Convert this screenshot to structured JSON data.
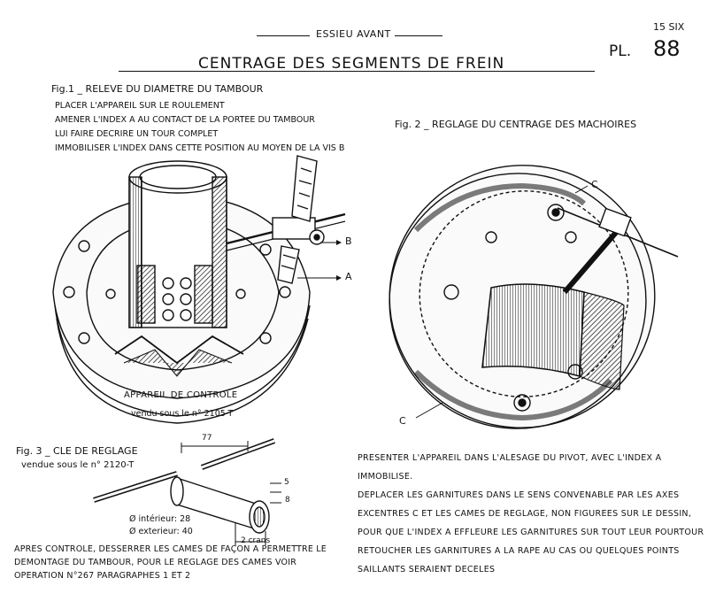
{
  "header": {
    "section": "ESSIEU AVANT",
    "code": "15 SIX",
    "plate_prefix": "PL.",
    "plate_number": "88",
    "title": "CENTRAGE DES SEGMENTS DE FREIN"
  },
  "fig1": {
    "title": "Fig.1 _ RELEVE DU DIAMETRE DU TAMBOUR",
    "instructions": [
      "PLACER L'APPAREIL SUR LE ROULEMENT",
      "AMENER L'INDEX A AU CONTACT DE LA PORTEE DU TAMBOUR",
      "LUI FAIRE DECRIRE UN TOUR COMPLET",
      "IMMOBILISER L'INDEX DANS CETTE POSITION AU MOYEN DE LA VIS B"
    ],
    "label_b": "B",
    "label_a": "A",
    "caption": "APPAREIL DE CONTROLE",
    "caption_ref": "vendu sous le n° 2105-T"
  },
  "fig2": {
    "title": "Fig. 2 _ REGLAGE DU CENTRAGE DES MACHOIRES",
    "label_c_top": "C",
    "label_c_bottom": "C"
  },
  "fig3": {
    "title": "Fig. 3 _ CLE DE REGLAGE",
    "ref": "vendue sous le n° 2120-T",
    "dim_77": "77",
    "dim_5": "5",
    "dim_8": "8",
    "inner": "Ø intérieur: 28",
    "outer": "Ø exterieur: 40",
    "crans": "2 crans"
  },
  "bottom_left": [
    "APRES CONTROLE, DESSERRER LES CAMES DE FAÇON A PERMETTRE LE",
    "DEMONTAGE DU TAMBOUR, POUR LE REGLAGE DES CAMES VOIR",
    "OPERATION N°267 PARAGRAPHES 1 ET 2"
  ],
  "bottom_right": [
    "PRESENTER L'APPAREIL DANS L'ALESAGE DU PIVOT, AVEC L'INDEX A",
    "IMMOBILISE.",
    "DEPLACER LES GARNITURES DANS LE SENS CONVENABLE PAR LES AXES",
    "EXCENTRES C ET LES CAMES DE REGLAGE, NON FIGUREES SUR LE DESSIN,",
    "POUR QUE L'INDEX A EFFLEURE LES GARNITURES SUR TOUT LEUR POURTOUR",
    "RETOUCHER LES GARNITURES A LA RAPE AU CAS OU QUELQUES POINTS",
    "SAILLANTS SERAIENT DECELES"
  ]
}
